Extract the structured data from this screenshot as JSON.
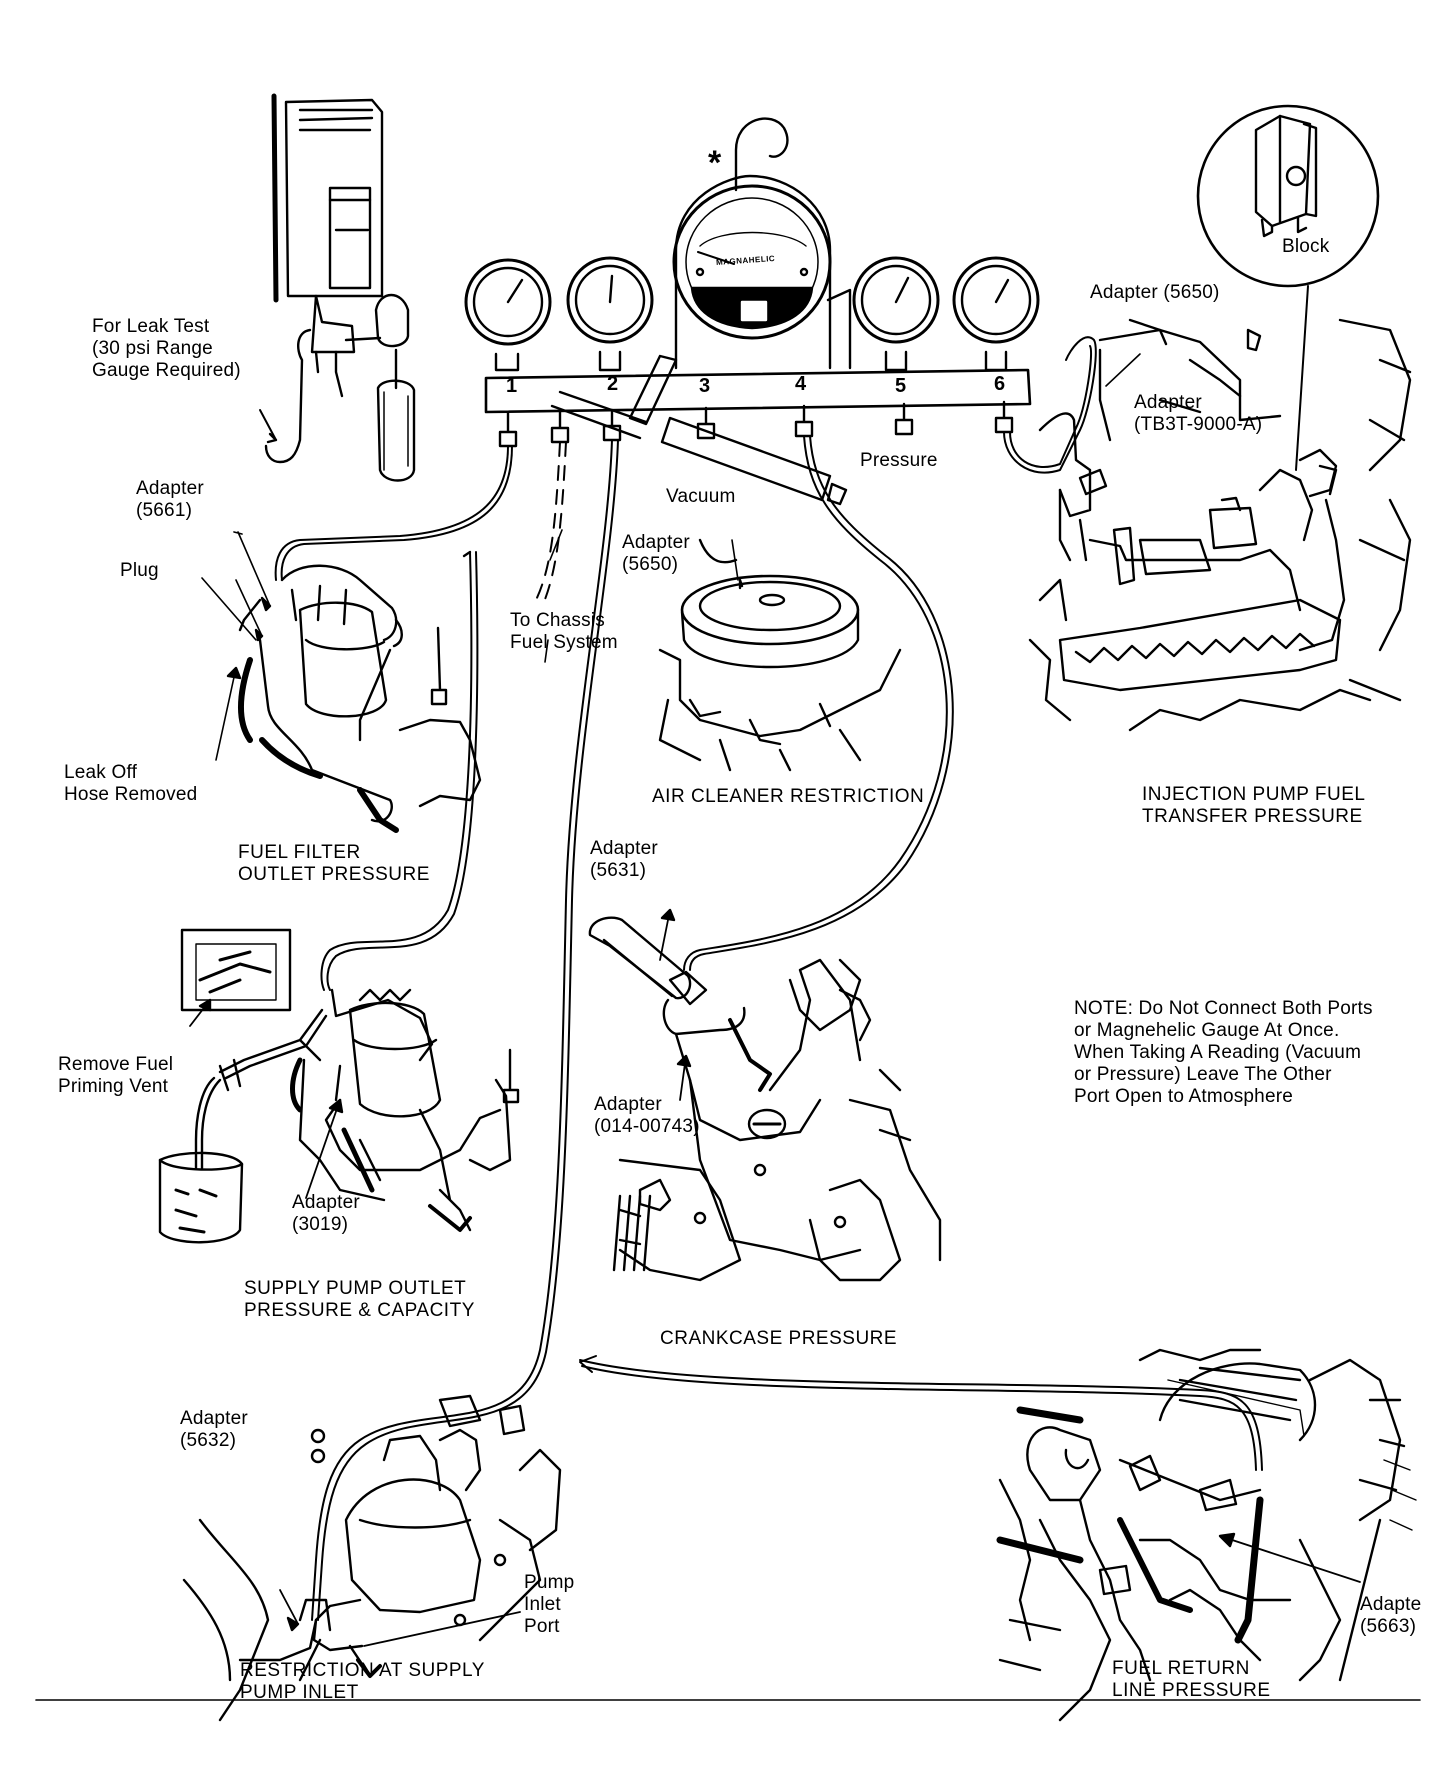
{
  "manifold": {
    "asterisk": "*",
    "brand": "MAGNAHELIC",
    "ports": [
      "1",
      "2",
      "3",
      "4",
      "5",
      "6"
    ]
  },
  "labels": {
    "leak_test": "For Leak Test\n(30 psi Range\nGauge Required)",
    "adapter_5661": "Adapter\n(5661)",
    "plug": "Plug",
    "leak_off": "Leak Off\nHose Removed",
    "chassis": "To Chassis\nFuel System",
    "vacuum": "Vacuum",
    "adapter_5650_air": "Adapter\n(5650)",
    "pressure": "Pressure",
    "adapter_5650_inj": "Adapter (5650)",
    "adapter_tb3t": "Adapter\n(TB3T-9000-A)",
    "block": "Block",
    "adapter_5631": "Adapter\n(5631)",
    "adapter_014": "Adapter\n(014-00743)",
    "remove_vent": "Remove Fuel\nPriming Vent",
    "adapter_3019": "Adapter\n(3019)",
    "adapter_5632": "Adapter\n(5632)",
    "pump_inlet": "Pump\nInlet\nPort",
    "adapter_5663": "Adapte\n(5663)",
    "note": "NOTE: Do Not Connect Both Ports\nor Magnehelic Gauge At Once.\nWhen Taking A Reading (Vacuum\nor Pressure) Leave The Other\nPort Open to Atmosphere"
  },
  "captions": {
    "fuel_filter": "FUEL FILTER\nOUTLET PRESSURE",
    "air_cleaner": "AIR CLEANER RESTRICTION",
    "injection": "INJECTION PUMP FUEL\nTRANSFER PRESSURE",
    "crankcase": "CRANKCASE PRESSURE",
    "supply_pump": "SUPPLY PUMP OUTLET\nPRESSURE & CAPACITY",
    "restriction": "RESTRICTION AT SUPPLY\nPUMP INLET",
    "fuel_return": "FUEL RETURN\nLINE PRESSURE"
  }
}
